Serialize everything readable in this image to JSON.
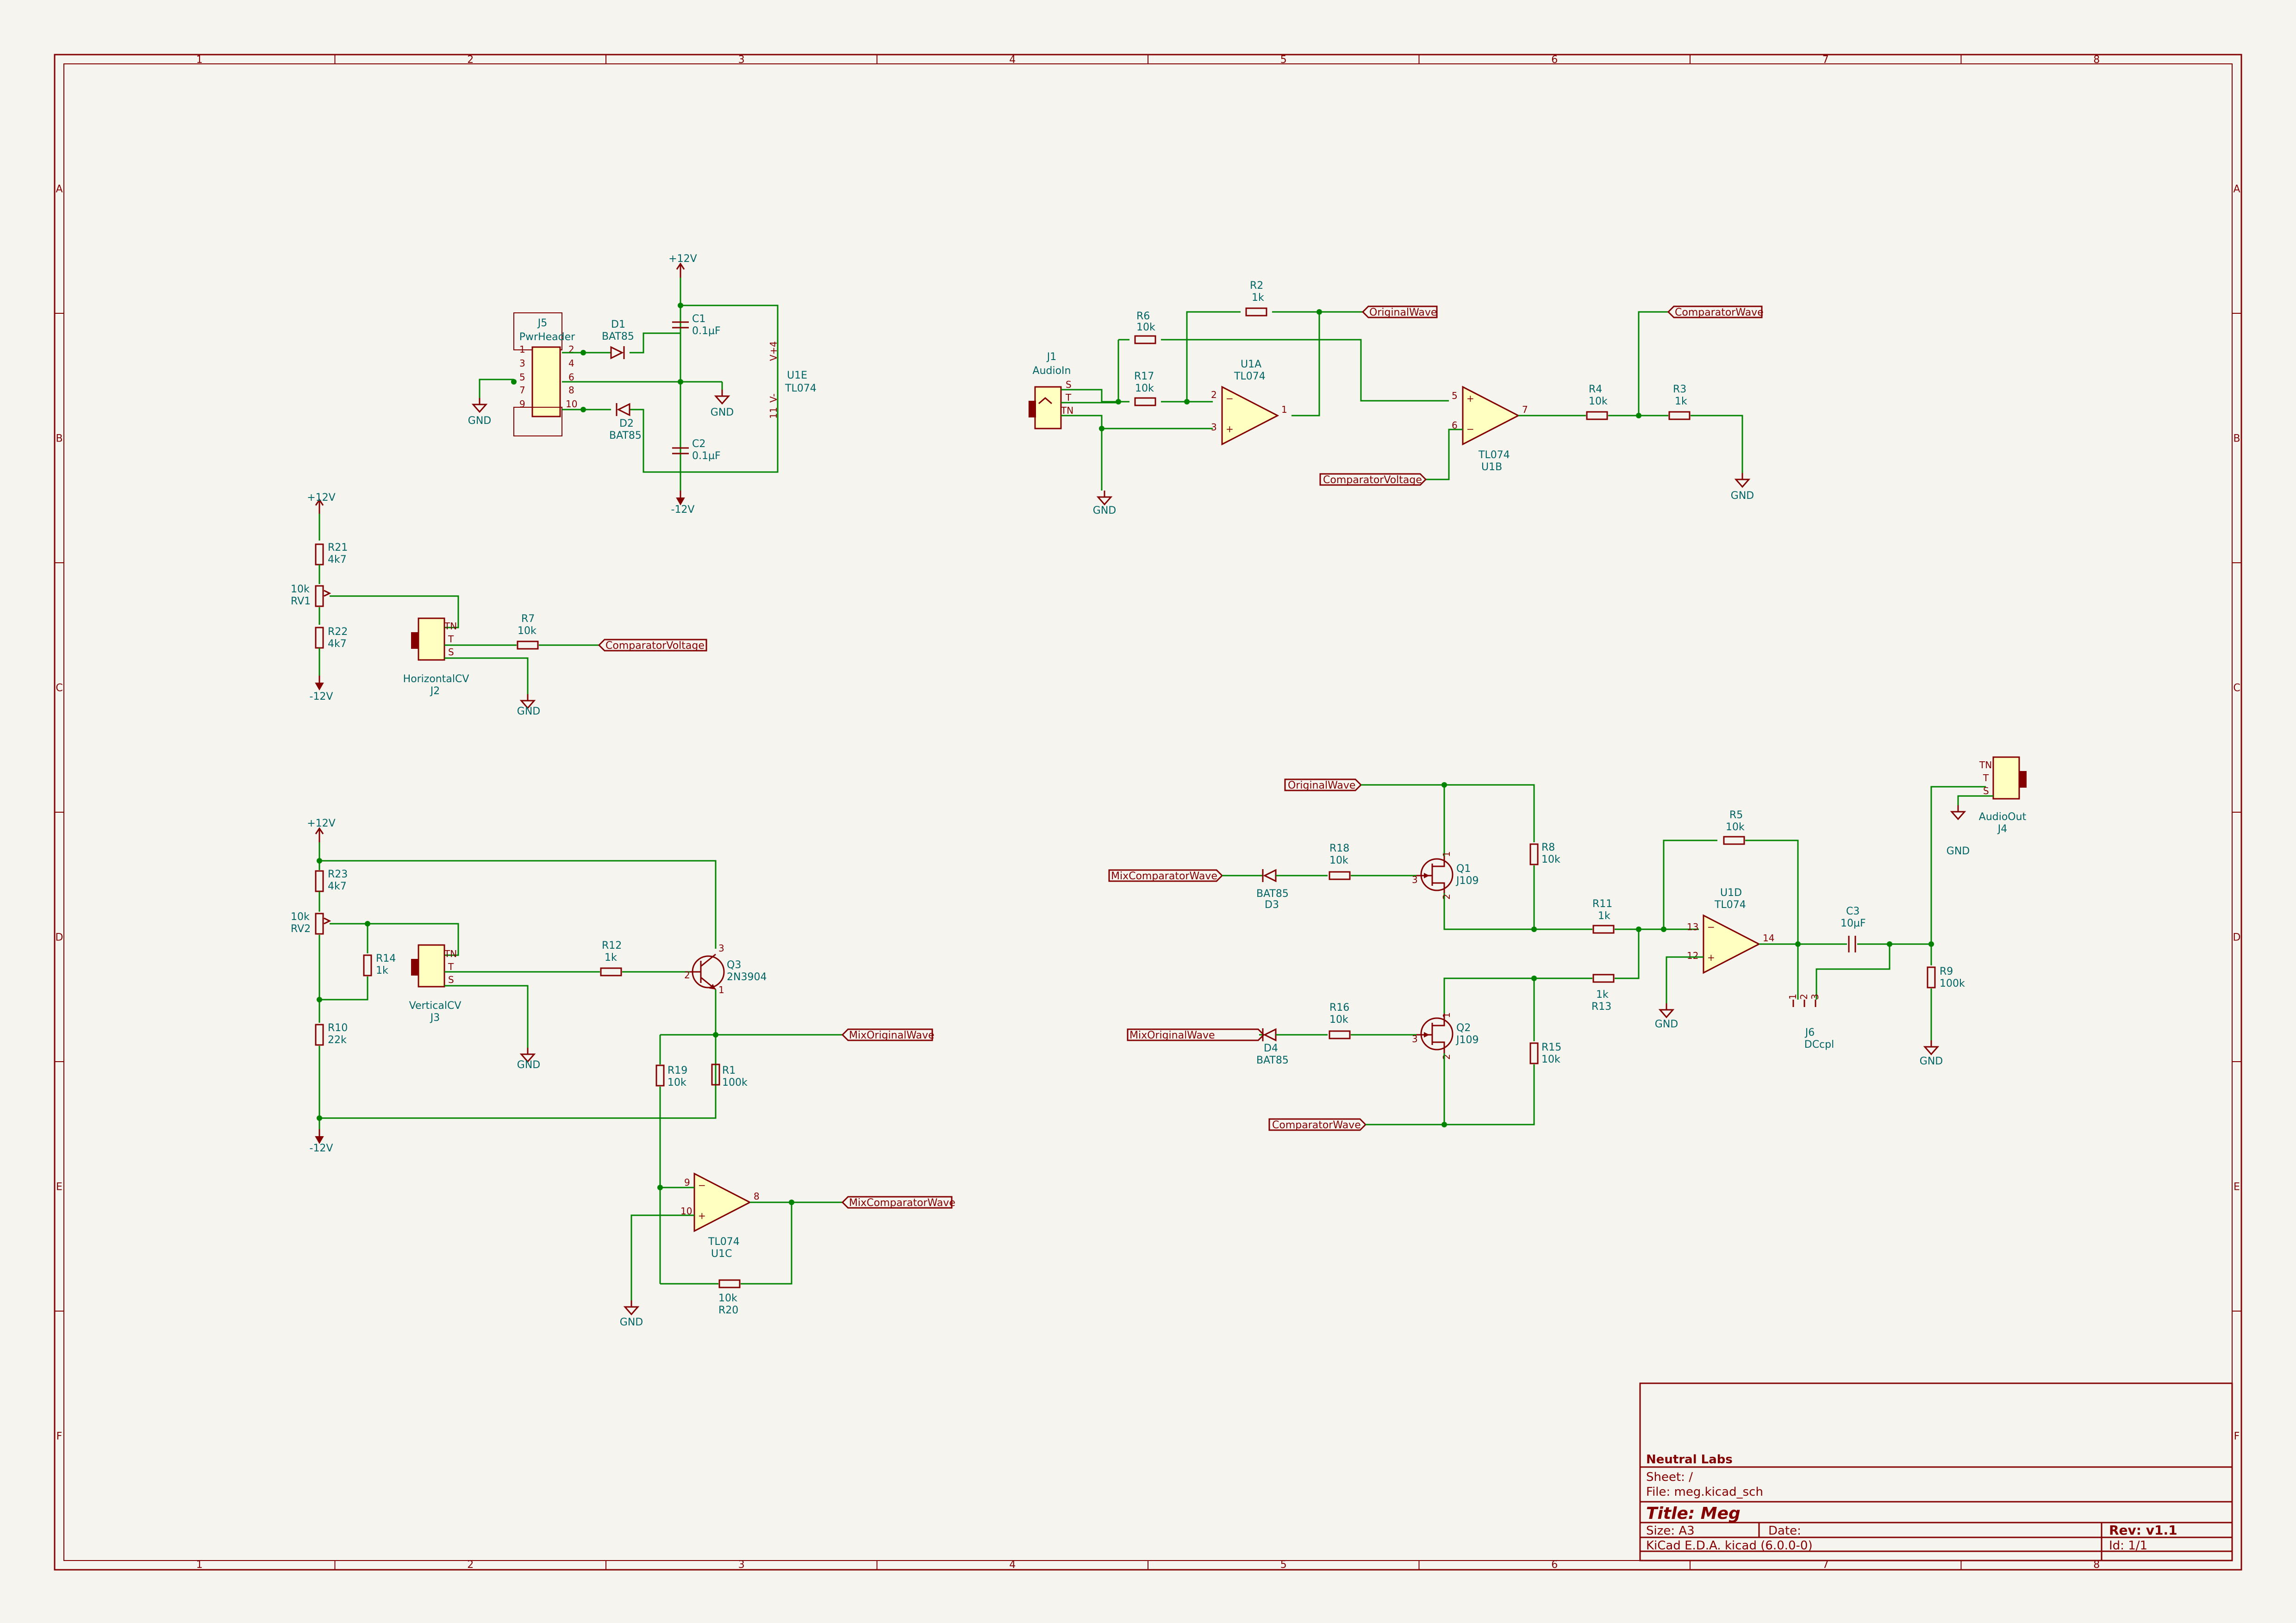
{
  "border": {
    "columns": [
      "1",
      "2",
      "3",
      "4",
      "5",
      "6",
      "7",
      "8"
    ],
    "rows": [
      "A",
      "B",
      "C",
      "D",
      "E",
      "F"
    ]
  },
  "title_block": {
    "company": "Neutral Labs",
    "sheet": "Sheet: /",
    "file": "File: meg.kicad_sch",
    "title": "Title: Meg",
    "size": "Size: A3",
    "date": "Date:",
    "rev": "Rev: v1.1",
    "tool": "KiCad E.D.A.  kicad (6.0.0-0)",
    "id": "Id: 1/1"
  },
  "power": {
    "p12": "+12V",
    "n12": "-12V",
    "gnd": "GND"
  },
  "net_labels": {
    "original_wave": "OriginalWave",
    "comparator_wave": "ComparatorWave",
    "comparator_voltage": "ComparatorVoltage",
    "mix_comparator_wave": "MixComparatorWave",
    "mix_original_wave": "MixOriginalWave"
  },
  "components": {
    "J5": {
      "ref": "J5",
      "value": "PwrHeader",
      "pins": [
        "1",
        "2",
        "3",
        "4",
        "5",
        "6",
        "7",
        "8",
        "9",
        "10"
      ]
    },
    "D1": {
      "ref": "D1",
      "value": "BAT85"
    },
    "D2": {
      "ref": "D2",
      "value": "BAT85"
    },
    "C1": {
      "ref": "C1",
      "value": "0.1µF"
    },
    "C2": {
      "ref": "C2",
      "value": "0.1µF"
    },
    "U1E": {
      "ref": "U1E",
      "value": "TL074",
      "pin_vp": "V+",
      "pin_vm": "V-",
      "pin4": "4",
      "pin11": "11"
    },
    "J1": {
      "ref": "J1",
      "value": "AudioIn",
      "pins": [
        "S",
        "T",
        "TN"
      ]
    },
    "R6": {
      "ref": "R6",
      "value": "10k"
    },
    "R17": {
      "ref": "R17",
      "value": "10k"
    },
    "R2": {
      "ref": "R2",
      "value": "1k"
    },
    "U1A": {
      "ref": "U1A",
      "value": "TL074",
      "pins": [
        "2",
        "3",
        "1"
      ]
    },
    "U1B": {
      "ref": "U1B",
      "value": "TL074",
      "pins": [
        "5",
        "6",
        "7"
      ]
    },
    "R4": {
      "ref": "R4",
      "value": "10k"
    },
    "R3": {
      "ref": "R3",
      "value": "1k"
    },
    "R21": {
      "ref": "R21",
      "value": "4k7"
    },
    "RV1": {
      "ref": "RV1",
      "value": "10k"
    },
    "R22": {
      "ref": "R22",
      "value": "4k7"
    },
    "J2": {
      "ref": "J2",
      "value": "HorizontalCV",
      "pins": [
        "TN",
        "T",
        "S"
      ]
    },
    "R7": {
      "ref": "R7",
      "value": "10k"
    },
    "R23": {
      "ref": "R23",
      "value": "4k7"
    },
    "RV2": {
      "ref": "RV2",
      "value": "10k"
    },
    "R14": {
      "ref": "R14",
      "value": "1k"
    },
    "R10": {
      "ref": "R10",
      "value": "22k"
    },
    "J3": {
      "ref": "J3",
      "value": "VerticalCV",
      "pins": [
        "TN",
        "T",
        "S"
      ]
    },
    "R12": {
      "ref": "R12",
      "value": "1k"
    },
    "Q3": {
      "ref": "Q3",
      "value": "2N3904",
      "pins": [
        "1",
        "2",
        "3"
      ]
    },
    "R19": {
      "ref": "R19",
      "value": "10k"
    },
    "R1": {
      "ref": "R1",
      "value": "100k"
    },
    "U1C": {
      "ref": "U1C",
      "value": "TL074",
      "pins": [
        "9",
        "10",
        "8"
      ]
    },
    "R20": {
      "ref": "R20",
      "value": "10k"
    },
    "D3": {
      "ref": "D3",
      "value": "BAT85"
    },
    "R18": {
      "ref": "R18",
      "value": "10k"
    },
    "Q1": {
      "ref": "Q1",
      "value": "J109",
      "pins": [
        "1",
        "2",
        "3"
      ]
    },
    "R8": {
      "ref": "R8",
      "value": "10k"
    },
    "D4": {
      "ref": "D4",
      "value": "BAT85"
    },
    "R16": {
      "ref": "R16",
      "value": "10k"
    },
    "Q2": {
      "ref": "Q2",
      "value": "J109",
      "pins": [
        "1",
        "2",
        "3"
      ]
    },
    "R15": {
      "ref": "R15",
      "value": "10k"
    },
    "R11": {
      "ref": "R11",
      "value": "1k"
    },
    "R13": {
      "ref": "R13",
      "value": "1k"
    },
    "R5": {
      "ref": "R5",
      "value": "10k"
    },
    "U1D": {
      "ref": "U1D",
      "value": "TL074",
      "pins": [
        "13",
        "12",
        "14"
      ]
    },
    "C3": {
      "ref": "C3",
      "value": "10µF"
    },
    "J6": {
      "ref": "J6",
      "value": "DCcpl",
      "pins": [
        "1",
        "2",
        "3"
      ]
    },
    "R9": {
      "ref": "R9",
      "value": "100k"
    },
    "J4": {
      "ref": "J4",
      "value": "AudioOut",
      "pins": [
        "TN",
        "T",
        "S"
      ]
    }
  },
  "colors": {
    "background": "#f5f4ef",
    "symbol_line": "#840000",
    "symbol_fill": "#ffffc2",
    "wire": "#008400",
    "text": "#006464"
  }
}
